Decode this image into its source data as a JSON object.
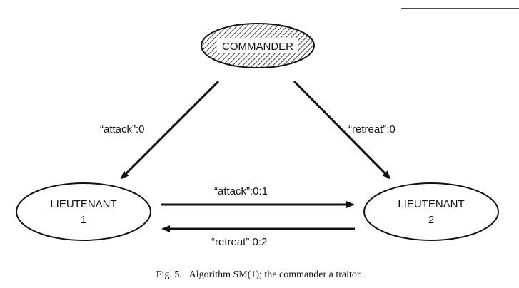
{
  "nodes": {
    "commander": {
      "label": "COMMANDER"
    },
    "lieutenant1": {
      "line1": "LIEUTENANT",
      "line2": "1"
    },
    "lieutenant2": {
      "line1": "LIEUTENANT",
      "line2": "2"
    }
  },
  "edges": {
    "commander_to_l1": "“attack”:0",
    "commander_to_l2": "“retreat”:0",
    "l1_to_l2": "“attack”:0:1",
    "l2_to_l1": "“retreat”:0:2"
  },
  "caption": "Fig. 5.   Algorithm SM(1); the commander a traitor."
}
